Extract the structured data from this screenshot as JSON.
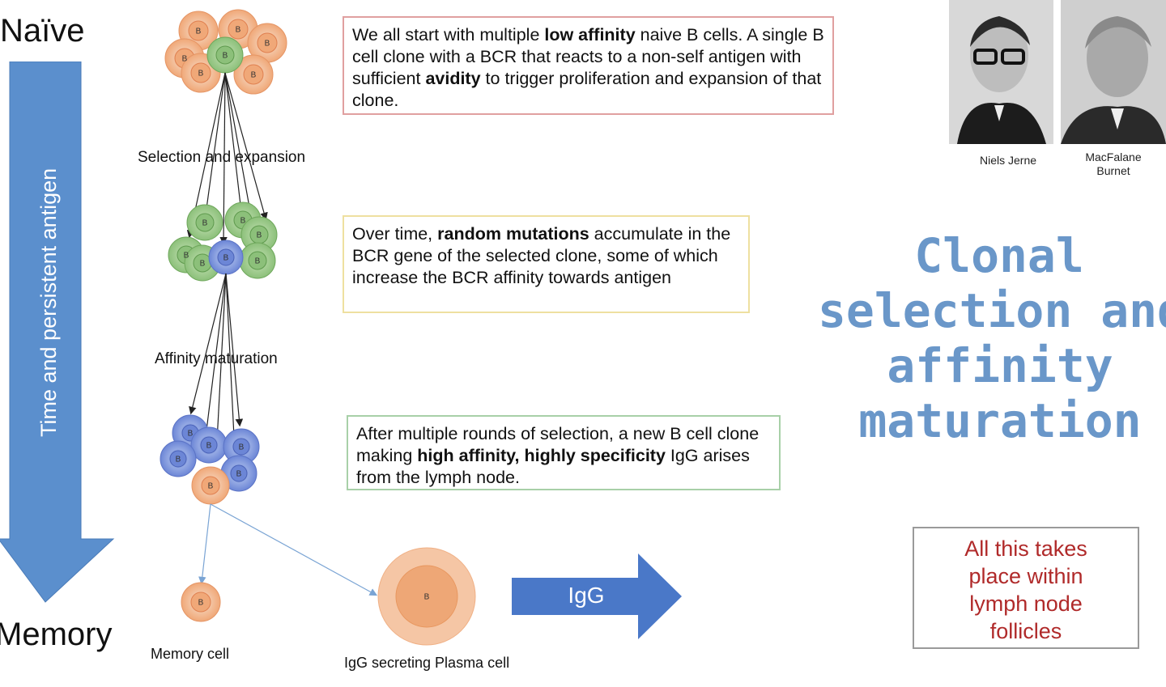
{
  "timeline": {
    "top_label": "Naïve",
    "bottom_label": "Memory",
    "arrow_label": "Time and persistent antigen"
  },
  "stages": {
    "selection": "Selection and expansion",
    "affinity": "Affinity maturation",
    "memory": "Memory cell",
    "plasma": "IgG secreting Plasma cell",
    "cell_letter": "B"
  },
  "boxes": {
    "box1": {
      "parts": [
        {
          "t": "We all start with multiple ",
          "b": false
        },
        {
          "t": "low affinity",
          "b": true
        },
        {
          "t": " naive B cells.  A single B cell clone with a BCR that reacts to a non-self antigen with sufficient ",
          "b": false
        },
        {
          "t": "avidity",
          "b": true
        },
        {
          "t": " to trigger proliferation and expansion of that clone.",
          "b": false
        }
      ]
    },
    "box2": {
      "parts": [
        {
          "t": "Over time, ",
          "b": false
        },
        {
          "t": "random mutations",
          "b": true
        },
        {
          "t": " accumulate in the BCR gene of the selected clone, some of which increase the BCR affinity towards antigen",
          "b": false
        }
      ]
    },
    "box3": {
      "parts": [
        {
          "t": "After multiple rounds of selection, a new B cell clone making ",
          "b": false
        },
        {
          "t": "high affinity, highly specificity",
          "b": true
        },
        {
          "t": " IgG arises from the lymph node.",
          "b": false
        }
      ]
    }
  },
  "title": {
    "line1": "Clonal",
    "line2": "selection and",
    "line3": "affinity",
    "line4": "maturation"
  },
  "people": {
    "person1": "Niels Jerne",
    "person2_line1": "MacFalane",
    "person2_line2": "Burnet"
  },
  "igg_arrow": "IgG",
  "note": {
    "line1": "All this takes",
    "line2": "place within",
    "line3": "lymph node",
    "line4": "follicles"
  },
  "colors": {
    "arrow_blue": "#5b8fcd",
    "title_blue": "#6a97c9",
    "orange_cell": "#f0a878",
    "green_cell": "#8cc07a",
    "blue_cell": "#6c86d6",
    "box1_border": "#e0a0a0",
    "box2_border": "#eee0a0",
    "box3_border": "#a8d0a8",
    "note_text": "#b02a2a"
  }
}
